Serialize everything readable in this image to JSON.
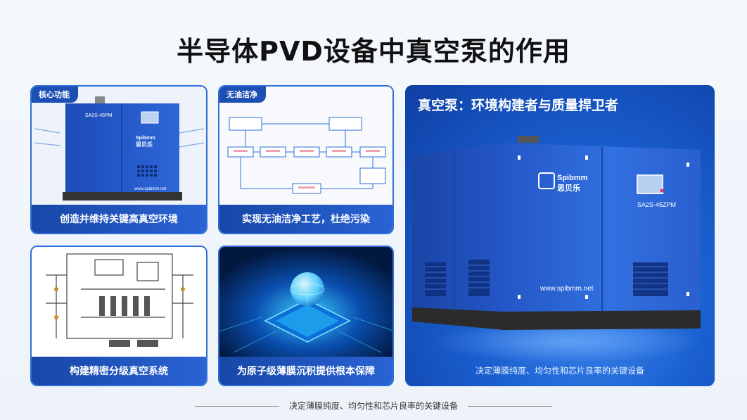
{
  "page": {
    "title": "半导体PVD设备中真空泵的作用",
    "footer": "决定薄膜纯度、均匀性和芯片良率的关键设备"
  },
  "cards": [
    {
      "tag": "核心功能",
      "caption": "创造并维持关键高真空环境",
      "model": "SA2S-45PM",
      "brand_en": "Spibmm",
      "brand_cn": "思贝乐",
      "url": "www.spibmm.net"
    },
    {
      "tag": "无油洁净",
      "caption": "实现无油洁净工艺，杜绝污染"
    },
    {
      "caption": "构建精密分级真空系统"
    },
    {
      "caption": "为原子级薄膜沉积提供根本保障"
    }
  ],
  "feature": {
    "heading": "真空泵：环境构建者与质量捍卫者",
    "model": "SA2S-45ZPM",
    "brand_en": "Spibmm",
    "brand_cn": "思贝乐",
    "url": "www.spibmm.net",
    "foot": "决定薄膜纯度、均匀性和芯片良率的关键设备"
  },
  "colors": {
    "accent": "#1c4fb3",
    "pump_blue": "#2a5fd0"
  }
}
